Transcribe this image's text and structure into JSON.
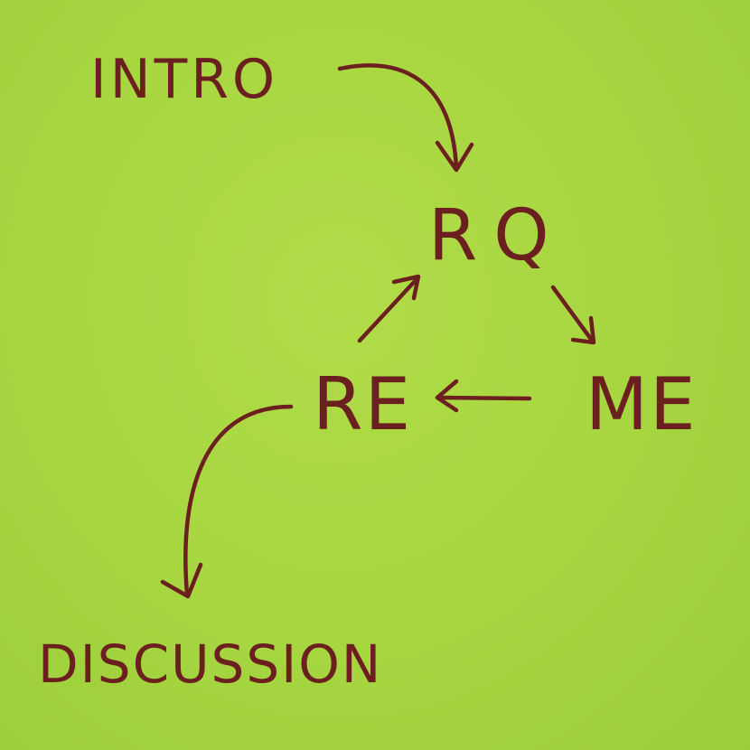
{
  "diagram": {
    "background_color": "#a8d843",
    "ink_color": "#6b1f1f",
    "nodes": {
      "intro": "INTRO",
      "rq": "RQ",
      "re": "RE",
      "me": "ME",
      "discussion": "DISCUSSION"
    },
    "edges": [
      {
        "from": "INTRO",
        "to": "RQ"
      },
      {
        "from": "RQ",
        "to": "ME"
      },
      {
        "from": "ME",
        "to": "RE"
      },
      {
        "from": "RE",
        "to": "RQ"
      },
      {
        "from": "RE",
        "to": "DISCUSSION"
      }
    ]
  }
}
